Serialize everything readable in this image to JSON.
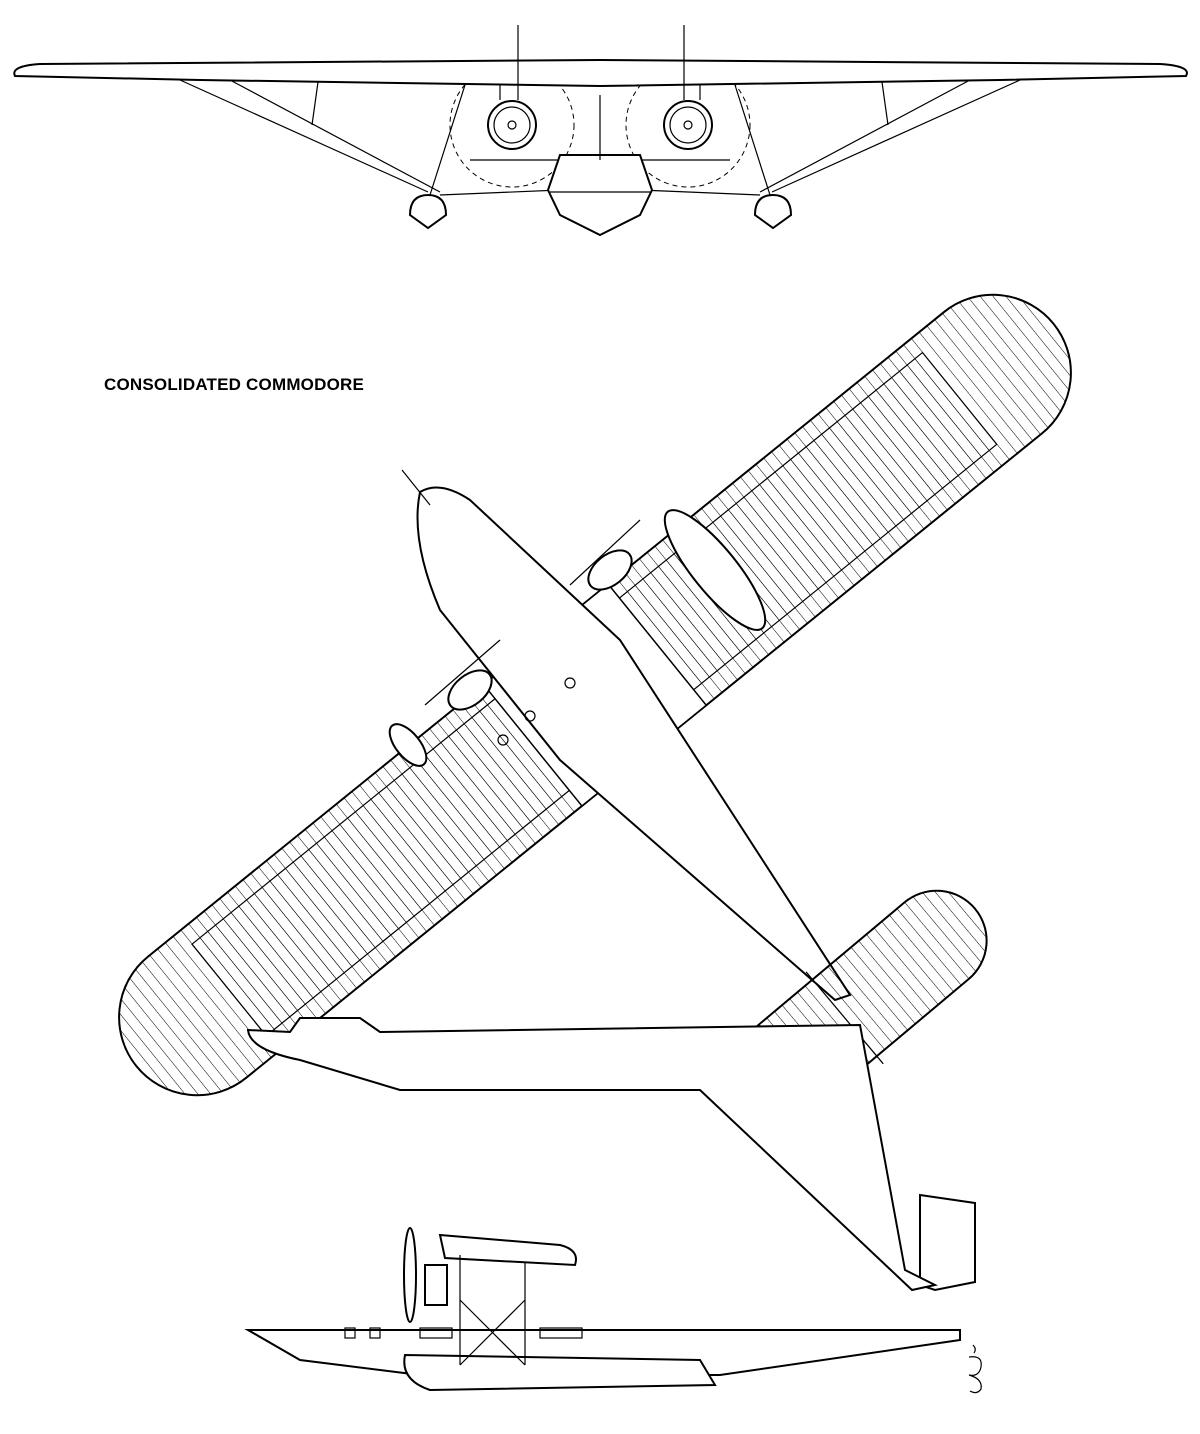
{
  "title": "CONSOLIDATED COMMODORE",
  "views": [
    "front-view",
    "top-view",
    "side-view"
  ],
  "colors": {
    "line": "#000000",
    "background": "#ffffff"
  }
}
